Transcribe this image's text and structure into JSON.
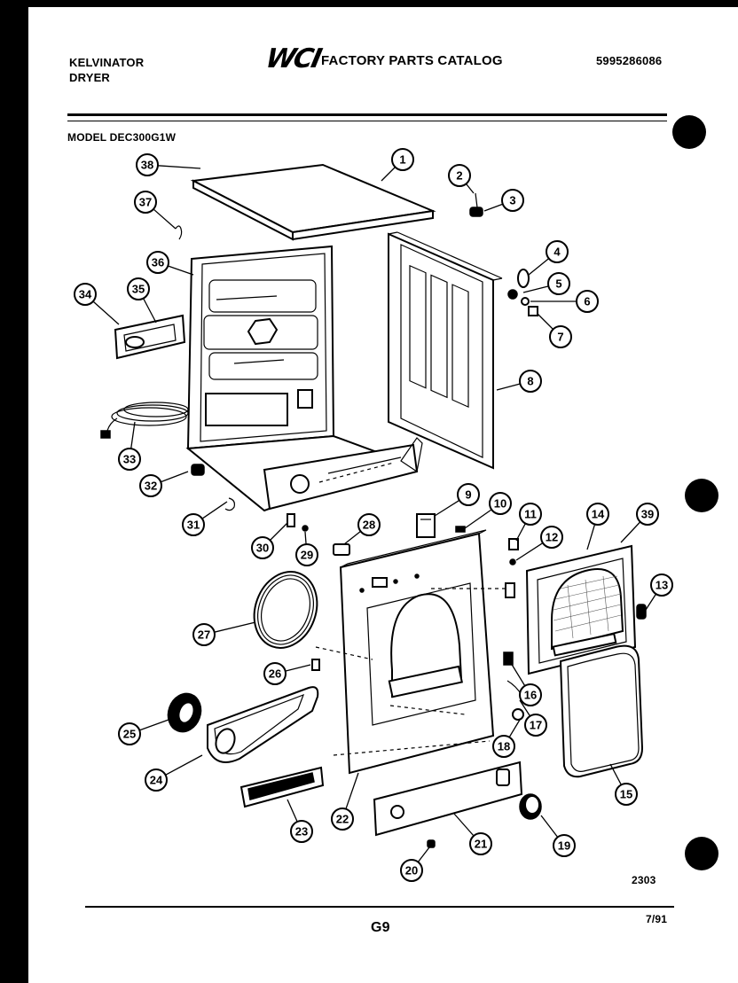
{
  "header": {
    "brand_line1": "KELVINATOR",
    "brand_line2": "DRYER",
    "logo": "WCI",
    "catalog_title": "FACTORY PARTS CATALOG",
    "doc_number": "5995286086",
    "model": "MODEL DEC300G1W"
  },
  "footer": {
    "figure_number": "2303",
    "page_code": "G9",
    "date_code": "7/91"
  },
  "callouts": [
    "38",
    "1",
    "2",
    "3",
    "37",
    "36",
    "4",
    "5",
    "6",
    "34",
    "35",
    "7",
    "8",
    "33",
    "32",
    "31",
    "30",
    "29",
    "28",
    "9",
    "10",
    "11",
    "12",
    "14",
    "39",
    "13",
    "27",
    "26",
    "16",
    "17",
    "18",
    "25",
    "24",
    "23",
    "22",
    "21",
    "20",
    "19",
    "15"
  ]
}
